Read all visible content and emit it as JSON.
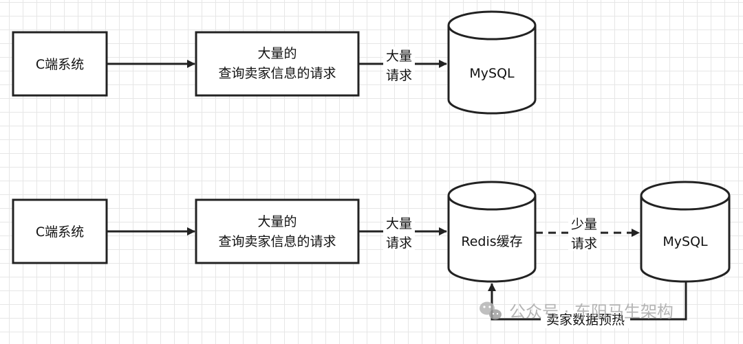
{
  "top_flow": {
    "client_label": "C端系统",
    "request_line1": "大量的",
    "request_line2": "查询卖家信息的请求",
    "edge_line1": "大量",
    "edge_line2": "请求",
    "db_label": "MySQL"
  },
  "bottom_flow": {
    "client_label": "C端系统",
    "request_line1": "大量的",
    "request_line2": "查询卖家信息的请求",
    "edge_line1": "大量",
    "edge_line2": "请求",
    "cache_label": "Redis缓存",
    "dashed_edge_line1": "少量",
    "dashed_edge_line2": "请求",
    "db_label": "MySQL",
    "preheat_label": "卖家数据预热"
  },
  "watermark": {
    "text": "公众号 · 东阳马生架构",
    "icon": "wechat-icon"
  }
}
